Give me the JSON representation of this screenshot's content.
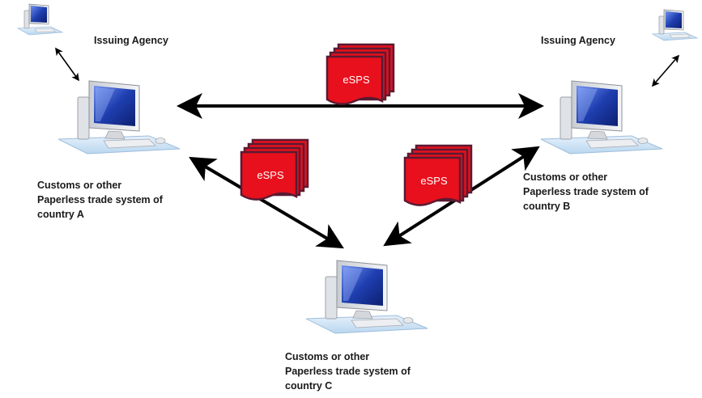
{
  "agencies": {
    "left_label": "Issuing Agency",
    "right_label": "Issuing Agency"
  },
  "documents": {
    "label": "eSPS"
  },
  "systems": {
    "country_a": [
      "Customs or other",
      "Paperless trade system of",
      "country A"
    ],
    "country_b": [
      "Customs or other",
      "Paperless trade system of",
      "country B"
    ],
    "country_c": [
      "Customs or other",
      "Paperless trade system of",
      "country C"
    ]
  },
  "colors": {
    "document_red": "#e8101c",
    "document_border": "#5a1a33",
    "arrow": "#000000",
    "screen_blue": "#1f3fb0"
  }
}
